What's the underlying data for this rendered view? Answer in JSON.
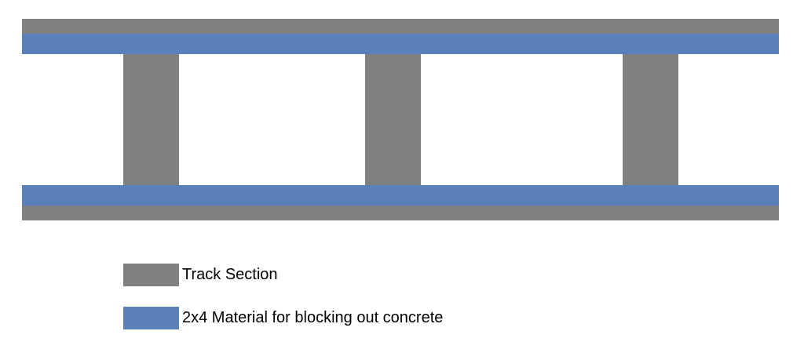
{
  "colors": {
    "track": "#808080",
    "material": "#5b7fb9"
  },
  "legend": [
    {
      "label": "Track Section",
      "color_key": "track"
    },
    {
      "label": "2x4 Material for blocking out concrete",
      "color_key": "material"
    }
  ]
}
